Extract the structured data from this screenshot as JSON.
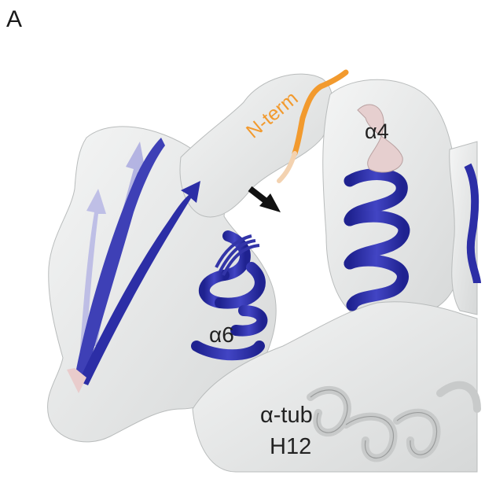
{
  "panel": {
    "letter": "A"
  },
  "labels": {
    "n_term": "N-term",
    "alpha4": "α4",
    "alpha6": "α6",
    "alpha_tub": "α-tub",
    "h12": "H12"
  },
  "colors": {
    "density_surface": "#e7e8e8",
    "helix_blue": "#2f31a8",
    "sheet_lavender": "#9f9fdc",
    "n_term_orange": "#f29a2e",
    "helix_pink": "#e6c8c8",
    "arrow_black": "#111111"
  }
}
